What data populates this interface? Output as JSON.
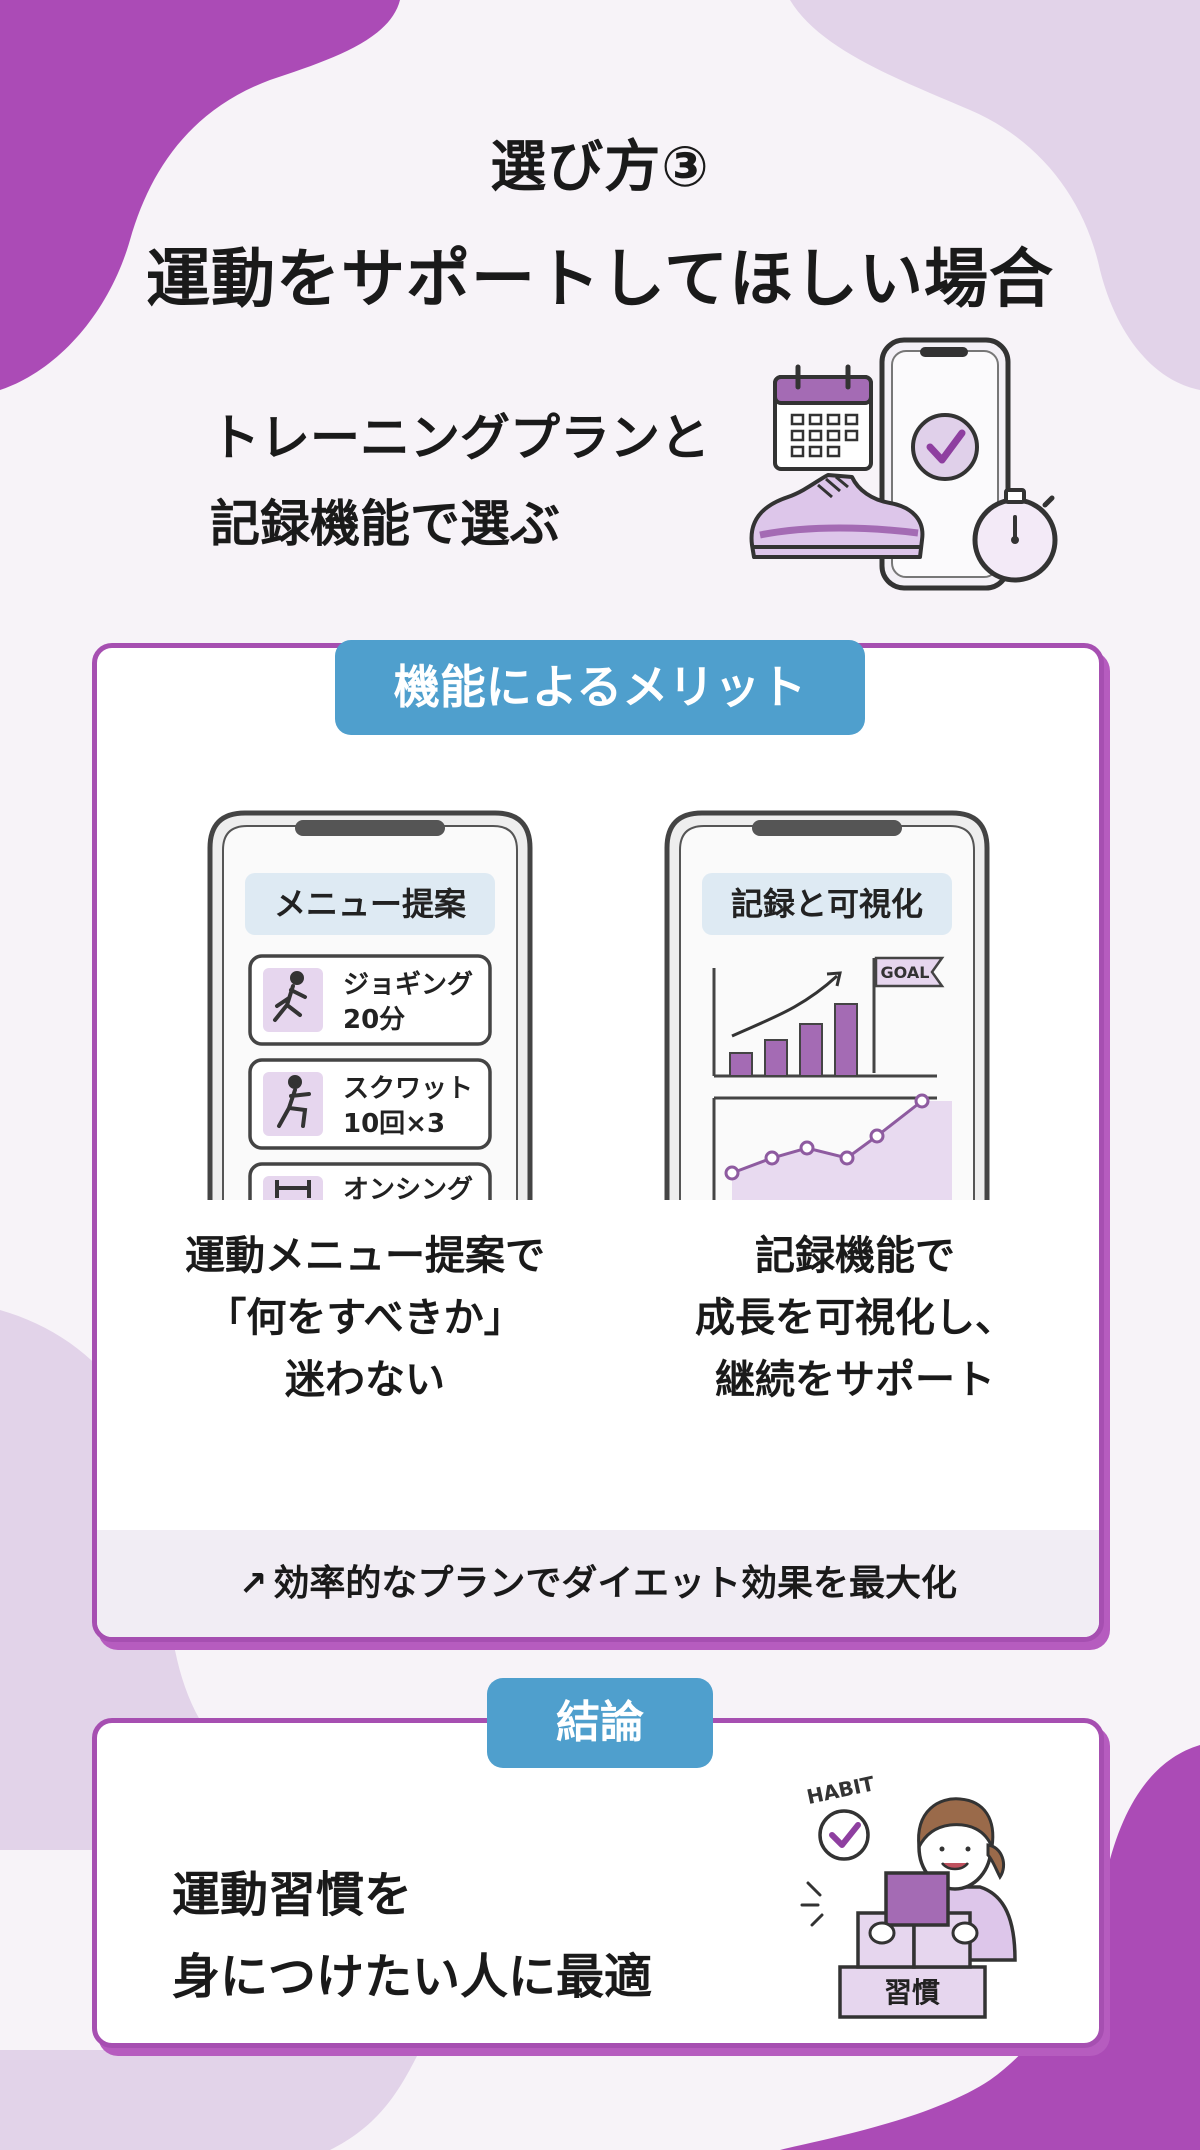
{
  "header": {
    "title_line1": "選び方③",
    "title_line2": "運動をサポートしてほしい場合",
    "subtitle_line1": "トレーニングプランと",
    "subtitle_line2": "記録機能で選ぶ"
  },
  "benefits": {
    "label": "機能によるメリット",
    "left_phone": {
      "header": "メニュー提案",
      "items": [
        {
          "name": "ジョギング",
          "detail": "20分"
        },
        {
          "name": "スクワット",
          "detail": "10回×3"
        },
        {
          "name": "オンシング",
          "detail": ""
        }
      ],
      "desc_line1": "運動メニュー提案で",
      "desc_line2": "「何をすべきか」",
      "desc_line3": "迷わない"
    },
    "right_phone": {
      "header": "記録と可視化",
      "goal_flag": "GOAL",
      "desc_line1": "記録機能で",
      "desc_line2": "成長を可視化し、",
      "desc_line3": "継続をサポート"
    },
    "bottom_note": "効率的なプランでダイエット効果を最大化",
    "bottom_arrow": "↗"
  },
  "conclusion": {
    "label": "結論",
    "line1": "運動習慣を",
    "line2": "身につけたい人に最適",
    "habit_text": "HABIT",
    "box_label": "習慣"
  },
  "colors": {
    "accent_purple": "#a64fb1",
    "blob_purple": "#ab4bb6",
    "light_purple": "#e2d3e9",
    "pill_blue": "#4f9fcd",
    "screen_header": "#deeaf3",
    "bar_purple": "#a46bb4",
    "chart_fill": "#e8daf0"
  }
}
